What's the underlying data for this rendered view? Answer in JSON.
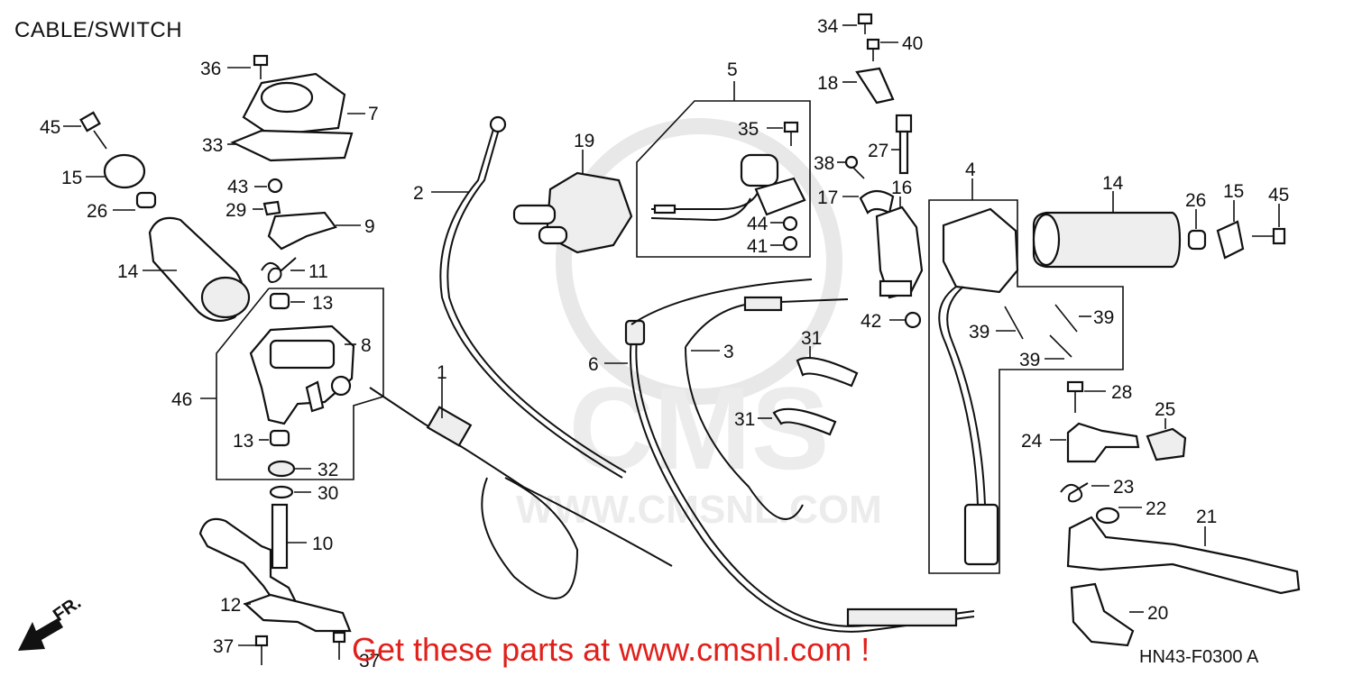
{
  "title": "CABLE/SWITCH",
  "footer_text": "Get these parts at www.cmsnl.com !",
  "diagram_code": "HN43-F0300 A",
  "front_marker": "FR.",
  "watermark": {
    "brand": "CMS",
    "url": "WWW.CMSNL.COM"
  },
  "colors": {
    "line": "#111111",
    "footer": "#e0201b",
    "watermark": "#e6e6e6"
  },
  "callouts": {
    "c1": "1",
    "c2": "2",
    "c3": "3",
    "c4": "4",
    "c5": "5",
    "c6": "6",
    "c7": "7",
    "c8": "8",
    "c9": "9",
    "c10": "10",
    "c11": "11",
    "c12": "12",
    "c13a": "13",
    "c13b": "13",
    "c14a": "14",
    "c14b": "14",
    "c15a": "15",
    "c15b": "15",
    "c16": "16",
    "c17": "17",
    "c18": "18",
    "c19": "19",
    "c20": "20",
    "c21": "21",
    "c22": "22",
    "c23": "23",
    "c24": "24",
    "c25": "25",
    "c26a": "26",
    "c26b": "26",
    "c27": "27",
    "c28": "28",
    "c29": "29",
    "c30": "30",
    "c31a": "31",
    "c31b": "31",
    "c32": "32",
    "c33": "33",
    "c34": "34",
    "c35": "35",
    "c36": "36",
    "c37a": "37",
    "c37b": "37",
    "c38": "38",
    "c39a": "39",
    "c39b": "39",
    "c39c": "39",
    "c40": "40",
    "c41": "41",
    "c42": "42",
    "c43": "43",
    "c44": "44",
    "c45a": "45",
    "c45b": "45",
    "c46": "46"
  }
}
